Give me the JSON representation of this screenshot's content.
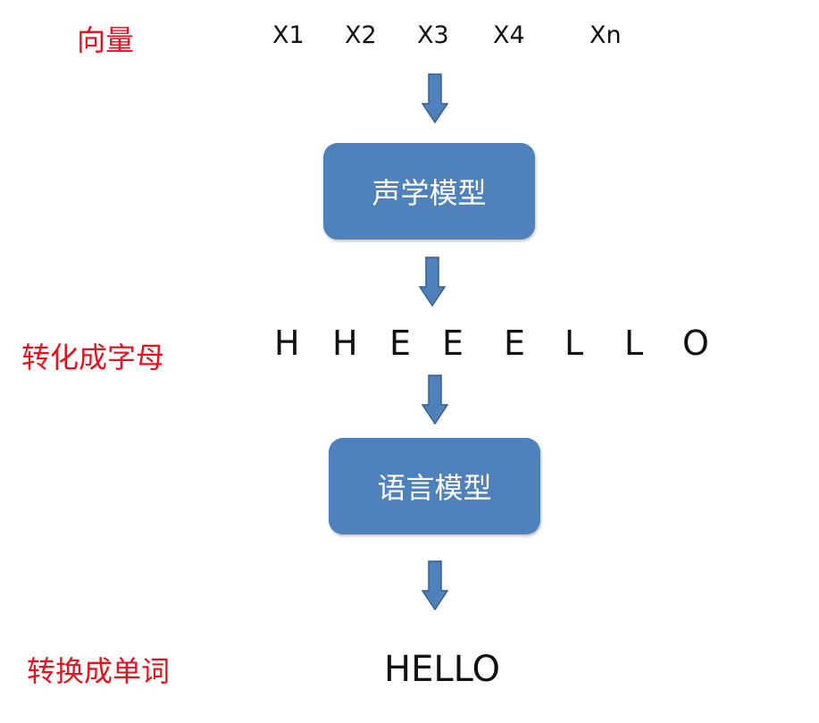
{
  "labels": {
    "vector": "向量",
    "to_letters": "转化成字母",
    "to_word": "转换成单词"
  },
  "vectors": [
    "X1",
    "X2",
    "X3",
    "X4",
    "Xn"
  ],
  "boxes": {
    "acoustic_model": "声学模型",
    "language_model": "语言模型"
  },
  "letters": [
    "H",
    "H",
    "E",
    "E",
    "E",
    "L",
    "L",
    "O"
  ],
  "result": "HELLO",
  "colors": {
    "label_red": "#e8111e",
    "box_blue": "#4f81bd",
    "arrow_blue": "#4f81bd",
    "arrow_outline": "#3a5f8c"
  }
}
